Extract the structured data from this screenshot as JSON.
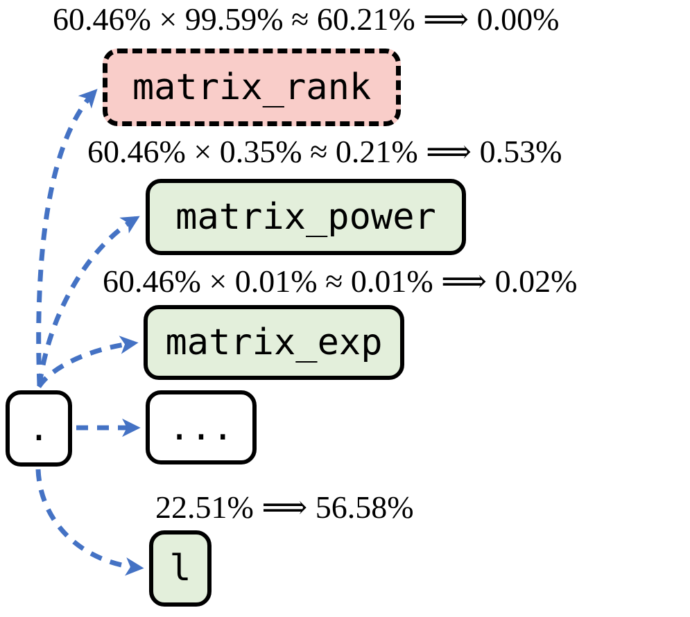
{
  "nodes": {
    "root": {
      "label": "."
    },
    "matrix_rank": {
      "label": "matrix_rank"
    },
    "matrix_power": {
      "label": "matrix_power"
    },
    "matrix_exp": {
      "label": "matrix_exp"
    },
    "ellipsis": {
      "label": "..."
    },
    "l": {
      "label": "l"
    }
  },
  "labels": {
    "matrix_rank": "60.46% × 99.59% ≈ 60.21% ⟹ 0.00%",
    "matrix_power": "60.46% × 0.35% ≈ 0.21% ⟹ 0.53%",
    "matrix_exp": "60.46% × 0.01% ≈ 0.01% ⟹ 0.02%",
    "l": "22.51% ⟹ 56.58%"
  },
  "colors": {
    "fill_rejected": "#f9cdc9",
    "fill_accepted": "#e3efdb",
    "fill_neutral": "#ffffff",
    "color_border": "#000000",
    "color_arrow": "#4472c4"
  }
}
